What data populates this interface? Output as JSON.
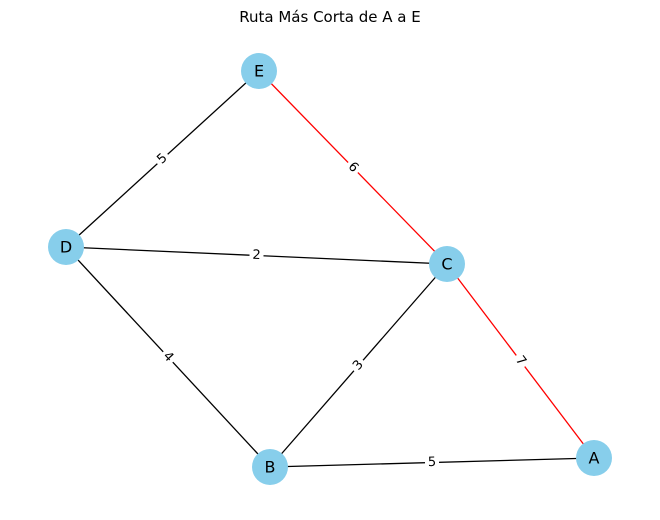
{
  "title": "Ruta Más Corta de A a E",
  "colors": {
    "node_fill": "#87ceeb",
    "edge_default": "#000000",
    "edge_path": "#ff0000",
    "background": "#ffffff"
  },
  "nodes": [
    {
      "id": "E",
      "label": "E"
    },
    {
      "id": "D",
      "label": "D"
    },
    {
      "id": "C",
      "label": "C"
    },
    {
      "id": "B",
      "label": "B"
    },
    {
      "id": "A",
      "label": "A"
    }
  ],
  "edges": [
    {
      "from": "E",
      "to": "D",
      "weight": "5",
      "on_path": false
    },
    {
      "from": "E",
      "to": "C",
      "weight": "6",
      "on_path": true
    },
    {
      "from": "D",
      "to": "C",
      "weight": "2",
      "on_path": false
    },
    {
      "from": "D",
      "to": "B",
      "weight": "4",
      "on_path": false
    },
    {
      "from": "C",
      "to": "B",
      "weight": "3",
      "on_path": false
    },
    {
      "from": "C",
      "to": "A",
      "weight": "7",
      "on_path": true
    },
    {
      "from": "B",
      "to": "A",
      "weight": "5",
      "on_path": false
    }
  ]
}
